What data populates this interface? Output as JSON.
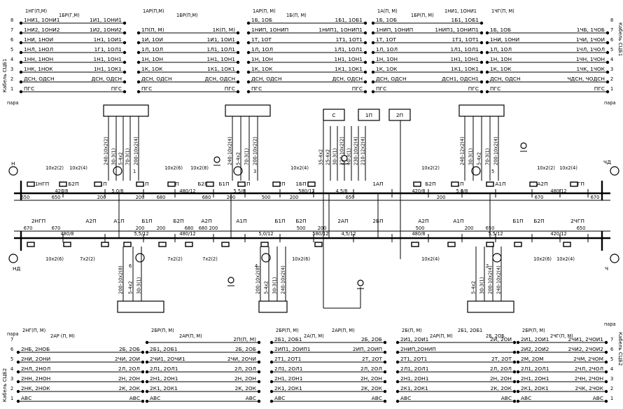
{
  "labels": {
    "cable1": "Кабель СЦБ1",
    "cable2": "Кабель СЦБ2",
    "pair": "пара"
  },
  "pair_numbers": [
    "1",
    "2",
    "3",
    "4",
    "5",
    "6",
    "7",
    "8"
  ],
  "top_table": {
    "cols": [
      {
        "sig": [
          "1НГ(П,М)",
          "1БР(Г,М)"
        ],
        "rows": [
          [
            "ПГС",
            "ПГС"
          ],
          [
            "ДСН, ОДСН",
            "ДСН, ОДСН"
          ],
          [
            "1НК, 1НОК",
            "1Н1, 1ОК1"
          ],
          [
            "1НН, 1НОН",
            "1Н1, 1ОН1"
          ],
          [
            "1НЛ, 1НОЛ",
            "1Г1, 1ОЛ1"
          ],
          [
            "1НИ, 1НОИ",
            "1Н1, 1ОИ1"
          ],
          [
            "1НИ2, 1ОНИ2",
            "1И2, 1ОНИ2"
          ],
          [
            "1НИ1, 1ОНИ1",
            "1И1, 1ОНИ1"
          ]
        ]
      },
      {
        "sig": [
          "1АР(П,М)",
          "1БР(П,М)"
        ],
        "rows": [
          [
            "ПГС",
            "ПГС"
          ],
          [
            "ДСН, ОДСН",
            "ДСН, ОДСН"
          ],
          [
            "1К, 1ОК",
            "1К1, 1ОК1"
          ],
          [
            "1Н, 1ОН",
            "1Н1, 1ОН1"
          ],
          [
            "1Л, 1ОЛ",
            "1Л1, 1ОЛ1"
          ],
          [
            "1И, 1ОИ",
            "1И1, 1ОИ1"
          ],
          [
            "1П(П, М)",
            "1К(П, М)"
          ],
          [
            "",
            ""
          ]
        ]
      },
      {
        "sig": [
          "1АР(П, М)",
          "1Б(П, М)"
        ],
        "rows": [
          [
            "ПГС",
            "ПГС"
          ],
          [
            "ДСН, ОДСН",
            "ДСН, ОДСН"
          ],
          [
            "1К, 1ОК",
            "1К1, 1ОК1"
          ],
          [
            "1Н, 1ОН",
            "1Н1, 1ОН1"
          ],
          [
            "1Л, 1ОЛ",
            "1Л1, 1ОЛ1"
          ],
          [
            "1Т, 1ОТ",
            "1Т1, 1ОТ1"
          ],
          [
            "1НИП, 1ОНИП",
            "1НИП1, 1ОНИП1"
          ],
          [
            "1Б, 1ОБ",
            "1Б1, 1ОБ1"
          ]
        ]
      },
      {
        "sig": [
          "1А(П, М)",
          "1БР(П, М)",
          "1НИ1, 1ОНИ1"
        ],
        "rows": [
          [
            "ПГС",
            "ПГС"
          ],
          [
            "ДСН, ОДСН",
            "ДСН1, ОДСН1"
          ],
          [
            "1К, 1ОК",
            "1К1, 1ОК1"
          ],
          [
            "1Н, 1ОН",
            "1Н1, 1ОН1"
          ],
          [
            "1Л, 1ОЛ",
            "1Л1, 1ОЛ1"
          ],
          [
            "1Т, 1ОТ",
            "1Т1, 1ОТ1"
          ],
          [
            "1НИП, 1ОНИП",
            "1НИП1, 1ОНИП1"
          ],
          [
            "1Б, 1ОБ",
            "1Б1, 1ОБ1"
          ]
        ]
      },
      {
        "sig": [
          "1ЧГ(П, М)"
        ],
        "rows": [
          [
            "ПГС",
            "ПГС"
          ],
          [
            "ДСН, ОДСН",
            "ЧДСН, ЧОДСН"
          ],
          [
            "1К, 1ОК",
            "1ЧК, 1ЧОК"
          ],
          [
            "1Н, 1ОН",
            "1ЧН, 1ЧОН"
          ],
          [
            "1Л, 1ОЛ",
            "1ЧЛ, 1ЧОЛ"
          ],
          [
            "1НИ, 1ОНИ",
            "1ЧИ, 1ЧОИ"
          ],
          [
            "1Б, 1ОБ",
            "1ЧБ, 1ЧОБ"
          ],
          [
            "",
            ""
          ]
        ]
      }
    ]
  },
  "bottom_table": {
    "cols": [
      {
        "sig": [
          "2НГ(П, М)",
          "2АР (П, М)"
        ],
        "rows": [
          [
            "АВС",
            "АВС"
          ],
          [
            "2НК, 2НОК",
            "2К, 2ОК"
          ],
          [
            "2НН, 2НОН",
            "2Н, 2ОН"
          ],
          [
            "2НЛ, 2НОЛ",
            "2Л, 2ОЛ"
          ],
          [
            "2НИ, 2ОНИ",
            "2ЧИ, 2ОИ"
          ],
          [
            "2НБ, 2НОБ",
            "2Б, 2ОБ"
          ],
          [
            "",
            ""
          ]
        ]
      },
      {
        "sig": [
          "2БР(П, М)",
          "2АР(П, М)"
        ],
        "rows": [
          [
            "АВС",
            "АВС"
          ],
          [
            "2К1, 2ОК1",
            "2К, 2ОК"
          ],
          [
            "2Н1, 2ОН1",
            "2Н, 2ОН"
          ],
          [
            "2Л1, 2ОЛ1",
            "2Л, 2ОЛ"
          ],
          [
            "2ЧИ1, 2ОЧИ1",
            "2ЧИ, 2ОЧИ"
          ],
          [
            "2Б1, 2ОБ1",
            "2Б, 2ОБ"
          ],
          [
            "",
            "2П(П, М)"
          ]
        ]
      },
      {
        "sig": [
          "2БР(П, М)",
          "2А(П, М)",
          "2АР(П, М)"
        ],
        "rows": [
          [
            "АВС",
            "АВС"
          ],
          [
            "2К1, 2ОК1",
            "2К, 2ОК"
          ],
          [
            "2Н1, 2ОН1",
            "2Н, 2ОН"
          ],
          [
            "2Л1, 2ОЛ1",
            "2Л, 2ОЛ"
          ],
          [
            "2Т1, 2ОТ1",
            "2Т, 2ОТ"
          ],
          [
            "2ИП1, 2ОИП1",
            "2ИП, 2ОИП"
          ],
          [
            "2Б1, 2ОБ1",
            "2Б, 2ОБ"
          ]
        ]
      },
      {
        "sig": [
          "2Б(П, М)",
          "2АР(П, М)",
          "2Б1, 2ОБ1",
          "2Б, 2ОБ"
        ],
        "rows": [
          [
            "АВС",
            "АВС"
          ],
          [
            "2К1, 2ОК1",
            "2К, 2ОК"
          ],
          [
            "2Н1, 2ОН1",
            "2Н, 2ОН"
          ],
          [
            "2Л1, 2ОЛ1",
            "2Л, 2ОЛ"
          ],
          [
            "2Т1, 2ОТ1",
            "2Т, 2ОТ"
          ],
          [
            "2НИП,2ОНИП",
            ""
          ],
          [
            "2И1, 2ОИ1",
            "2И, 2ОИ"
          ]
        ]
      },
      {
        "sig": [
          "2БР(П, М)",
          "2ЧГ(П, М)"
        ],
        "rows": [
          [
            "АВС",
            "АВС"
          ],
          [
            "2К1, 2ОК1",
            "2ЧК, 2ЧОК"
          ],
          [
            "2Н1, 2ОН1",
            "2ЧН, 2ЧОН"
          ],
          [
            "2Л1, 2ОЛ1",
            "2ЧЛ, 2ЧОЛ"
          ],
          [
            "2М, 2ОМ",
            "2ЧМ, 2ЧОМ"
          ],
          [
            "2И2, 2ОИ2",
            "2ЧИ2, 2ЧОИ2"
          ],
          [
            "2И1, 2ОИ1",
            "2ЧИ1, 2ЧОИ1"
          ]
        ]
      }
    ]
  },
  "top_cables": [
    {
      "lines": [
        "240-10х2(2)",
        "30-3(1)",
        "5-4х2",
        "70-3(1)",
        "200-10х2(4)"
      ],
      "box": ""
    },
    {
      "lines": [
        "240-10х2(4)",
        "5-4х2",
        "70-3(1)",
        "200-10х2(2)"
      ],
      "box": ""
    },
    {
      "lines": [
        "35-4х2",
        "25-4х2",
        "30-3(1)",
        "220-10х2(2)",
        "40-3(1)",
        "230-10х2(4)",
        "210-12х2(4)"
      ],
      "box": ""
    },
    {
      "lines": [
        "240-12х2(4)",
        "30-3(1)",
        "5-4х2",
        "70-3(1)",
        "200-10х2(4)"
      ],
      "box": ""
    }
  ],
  "relay_boxes": [
    "С",
    "1П",
    "2П"
  ],
  "bottom_cables": [
    {
      "lines": [
        "200-10х2(8)",
        "5-4х2",
        "30-3(1)"
      ]
    },
    {
      "lines": [
        "200-10х2(8)",
        "5-4х2",
        "30-3(1)",
        "240-10х2(4)"
      ]
    },
    {
      "lines": [
        "5-4х2",
        "30-3(1)",
        "200-10х2(4)",
        "240-10х2(4)"
      ]
    }
  ],
  "upper_track": {
    "segments": [
      "1НГП",
      "Б2П",
      "Б1П",
      "А1П",
      "А2П",
      "Б2П",
      "Б1П",
      "А1П",
      "А2П",
      "1БП",
      "1АП",
      "Б2П",
      "Б1П",
      "А1П",
      "А2П",
      "1ЧГП"
    ],
    "cable_labels": [
      "10х2(2)",
      "10х2(4)",
      "10х2(6)",
      "10х2(8)",
      "10х2(4)",
      "10х2(2)",
      "10х2(2)",
      "10х2(4)"
    ],
    "positions": [
      "420/8",
      "5,0/8",
      "480/12",
      "5,5/8",
      "580/12",
      "4,5/8",
      "420/8",
      "5,0/8",
      "480/12"
    ],
    "distances": [
      "650",
      "650",
      "200",
      "200",
      "680",
      "680",
      "200",
      "500",
      "200",
      "650",
      "200",
      "670",
      "670"
    ],
    "nodes": [
      "1",
      "3",
      "5"
    ],
    "signals": [
      "Н",
      "ЧД"
    ]
  },
  "lower_track": {
    "segments": [
      "2НГП",
      "А2П",
      "А1П",
      "Б1П",
      "Б2П",
      "А2П",
      "А1П",
      "Б1П",
      "Б2П",
      "2АП",
      "2БП",
      "А2П",
      "А1П",
      "Б1П",
      "Б2П",
      "2ЧГП"
    ],
    "cable_labels": [
      "10х2(6)",
      "7х2(2)",
      "7х2(2)",
      "7х2(2)",
      "10х2(6)",
      "10х2(4)",
      "10х2(6)",
      "10х2(4)"
    ],
    "positions": [
      "480/8",
      "5,5/12",
      "480/12",
      "5,0/12",
      "580/12",
      "4,5/12",
      "480/8",
      "5,5/12",
      "420/12"
    ],
    "distances": [
      "670",
      "670",
      "200",
      "200",
      "680",
      "680",
      "200",
      "500",
      "200",
      "500",
      "200",
      "650",
      "650"
    ],
    "nodes": [
      "6",
      "4",
      "2"
    ],
    "signals": [
      "НД",
      "Ч"
    ]
  }
}
